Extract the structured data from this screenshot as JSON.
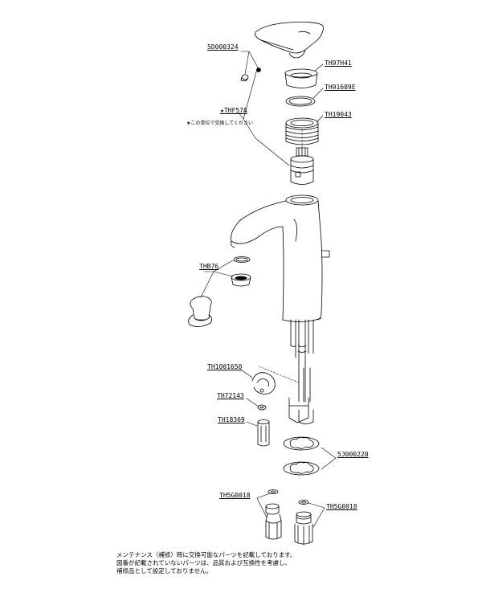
{
  "parts": {
    "p1": "5D000324",
    "p2": "TH97H41",
    "p3": "TH91689E",
    "p4": "★THF57A",
    "p5": "TH19043",
    "p6": "THB76",
    "p7": "TH1001650",
    "p8": "TH72143",
    "p9": "TH18369",
    "p10": "5J000220",
    "p11": "TH5G0018",
    "p12": "TH5G0018"
  },
  "star_note": "★この単位で交換してください",
  "footer_notes": [
    "メンテナンス（補修）時に交換可能なパーツを記載しております。",
    "図番が記載されていないパーツは、品質および互換性を考慮し、",
    "補修品として設定しておりません。"
  ]
}
